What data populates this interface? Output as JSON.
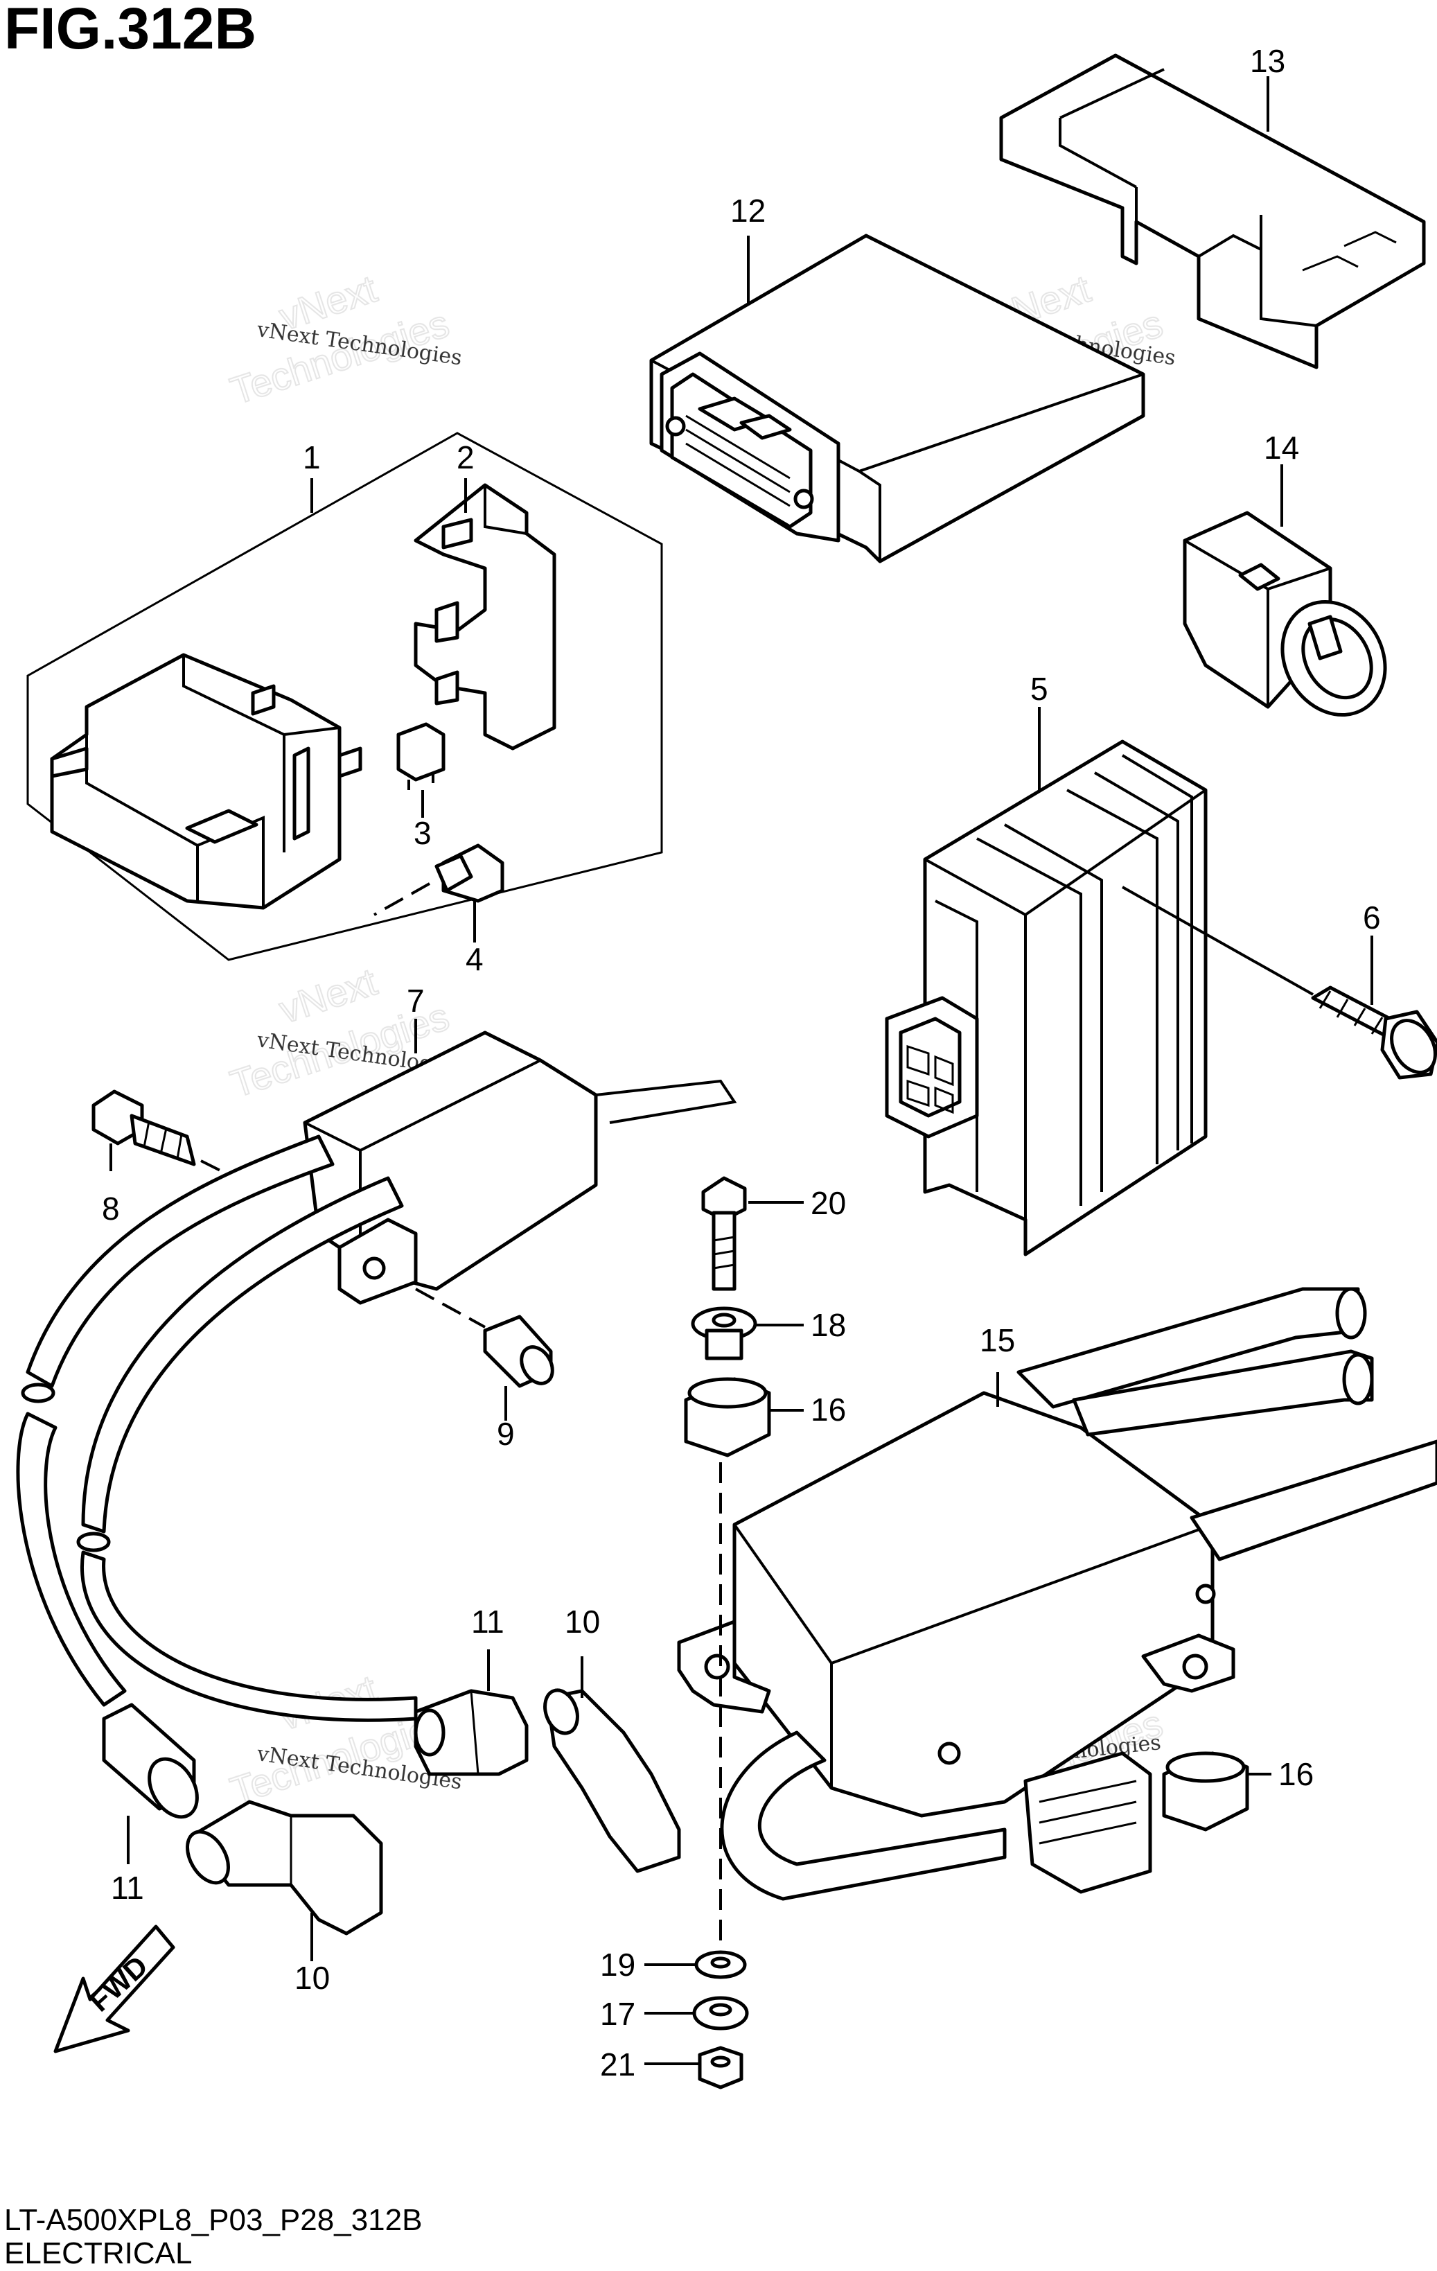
{
  "figure": {
    "title": "FIG.312B",
    "code": "LT-A500XPL8_P03_P28_312B",
    "section": "ELECTRICAL",
    "direction_label": "FWD"
  },
  "watermark": {
    "line1": "vNext Technologies",
    "line2": "vNext",
    "line3": "Technologies"
  },
  "callouts": [
    "1",
    "2",
    "3",
    "4",
    "5",
    "6",
    "7",
    "8",
    "9",
    "10",
    "10",
    "11",
    "11",
    "12",
    "13",
    "14",
    "15",
    "16",
    "16",
    "17",
    "18",
    "19",
    "20",
    "21"
  ]
}
